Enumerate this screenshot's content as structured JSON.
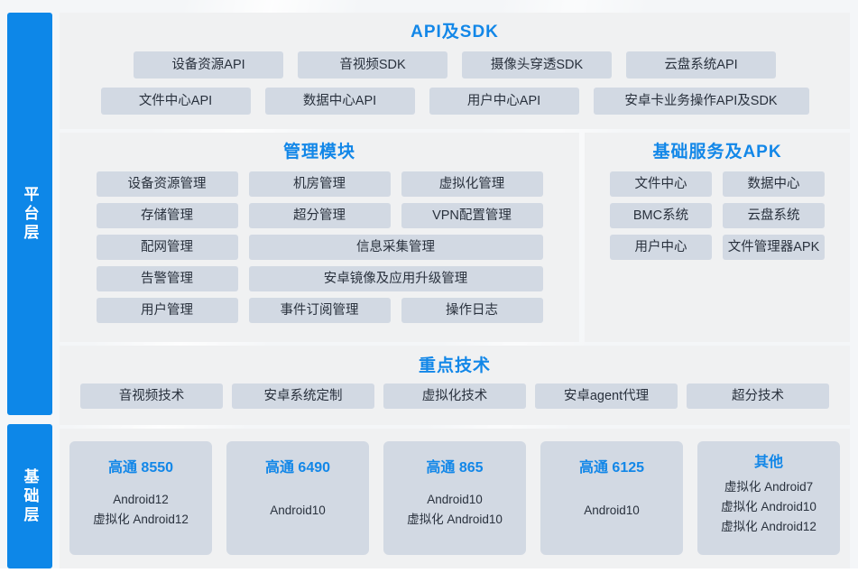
{
  "diagram": {
    "accent_color": "#1287e8",
    "bar_color": "#0d87e8",
    "chip_color": "#d2d9e3",
    "panel_color": "#f0f1f2"
  },
  "layers": {
    "platform": {
      "label": "平台层"
    },
    "base": {
      "label": "基础层"
    }
  },
  "api_section": {
    "title": "API及SDK",
    "rows": [
      [
        "设备资源API",
        "音视频SDK",
        "摄像头穿透SDK",
        "云盘系统API"
      ],
      [
        "文件中心API",
        "数据中心API",
        "用户中心API",
        "安卓卡业务操作API及SDK"
      ]
    ]
  },
  "management_section": {
    "title": "管理模块",
    "rows": [
      [
        "设备资源管理",
        "机房管理",
        "虚拟化管理"
      ],
      [
        "存储管理",
        "超分管理",
        "VPN配置管理"
      ],
      [
        "配网管理",
        "信息采集管理"
      ],
      [
        "告警管理",
        "安卓镜像及应用升级管理"
      ],
      [
        "用户管理",
        "事件订阅管理",
        "操作日志"
      ]
    ]
  },
  "service_section": {
    "title": "基础服务及APK",
    "rows": [
      [
        "文件中心",
        "数据中心"
      ],
      [
        "BMC系统",
        "云盘系统"
      ],
      [
        "用户中心",
        "文件管理器APK"
      ]
    ]
  },
  "tech_section": {
    "title": "重点技术",
    "items": [
      "音视频技术",
      "安卓系统定制",
      "虚拟化技术",
      "安卓agent代理",
      "超分技术"
    ]
  },
  "base_section": {
    "cards": [
      {
        "title": "高通 8550",
        "lines": [
          "Android12",
          "虚拟化 Android12"
        ]
      },
      {
        "title": "高通 6490",
        "lines": [
          "Android10"
        ]
      },
      {
        "title": "高通 865",
        "lines": [
          "Android10",
          "虚拟化 Android10"
        ]
      },
      {
        "title": "高通 6125",
        "lines": [
          "Android10"
        ]
      },
      {
        "title": "其他",
        "lines": [
          "虚拟化 Android7",
          "虚拟化 Android10",
          "虚拟化 Android12"
        ]
      }
    ]
  }
}
